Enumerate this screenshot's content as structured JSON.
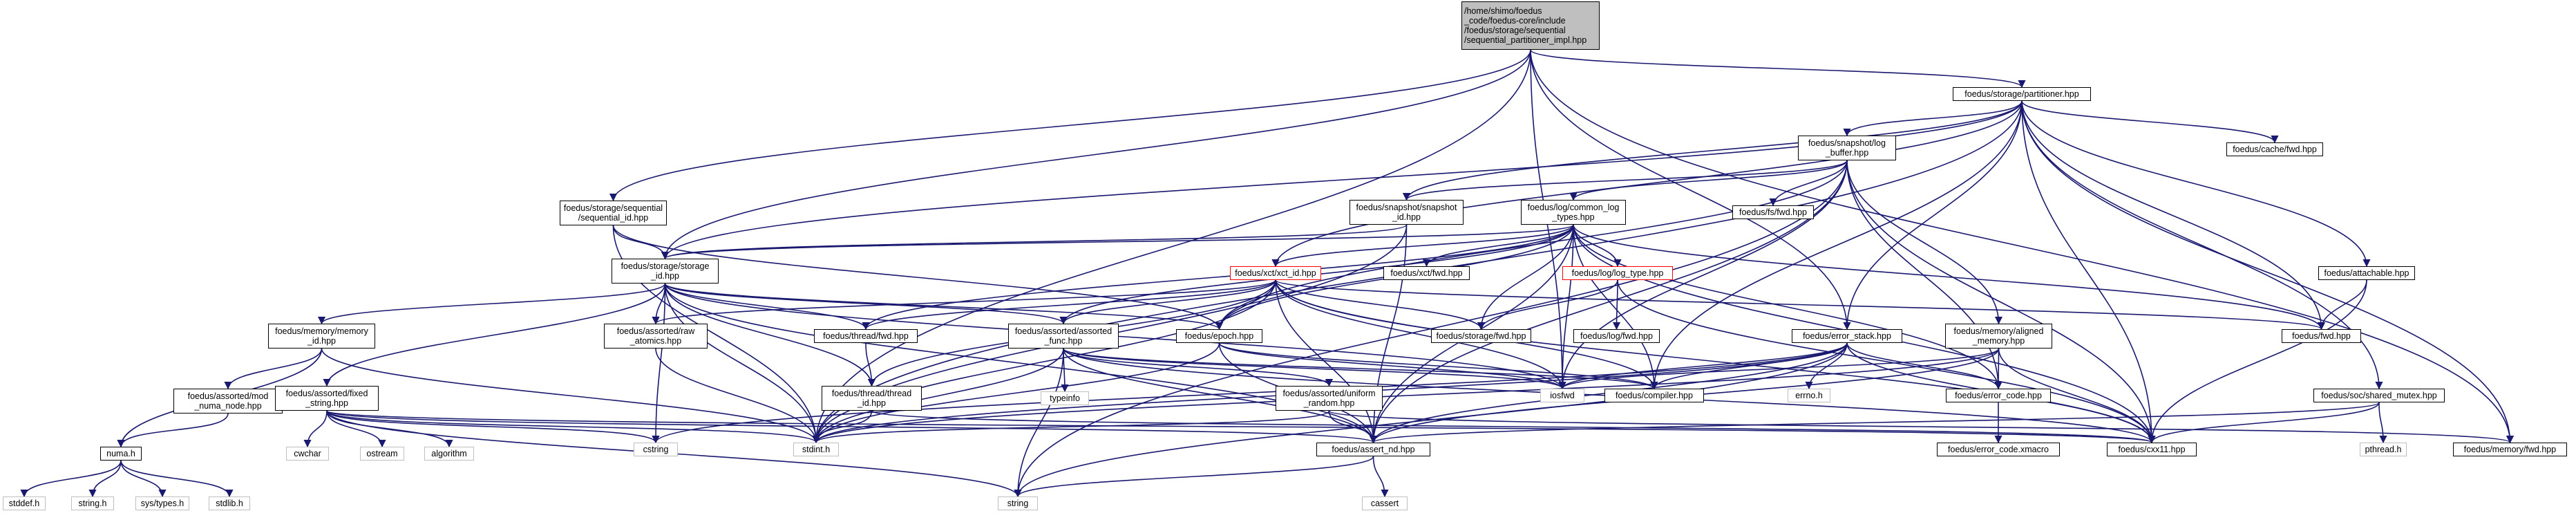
{
  "colors": {
    "edge": "#191970",
    "root_fill": "#bfbfbf",
    "system_border": "#bfbfbf",
    "highlight_border": "#ff0000",
    "node_border": "#000000"
  },
  "nodes": {
    "root": "/home/shimo/foedus\n_code/foedus-core/include\n/foedus/storage/sequential\n/sequential_partitioner_impl.hpp",
    "partitioner": "foedus/storage/partitioner.hpp",
    "seq_id": "foedus/storage/sequential\n/sequential_id.hpp",
    "storage_id": "foedus/storage/storage\n_id.hpp",
    "snap_buffer": "foedus/snapshot/log\n_buffer.hpp",
    "cache_fwd": "foedus/cache/fwd.hpp",
    "snap_id": "foedus/snapshot/snapshot\n_id.hpp",
    "common_log": "foedus/log/common_log\n_types.hpp",
    "fs_fwd": "foedus/fs/fwd.hpp",
    "xct_fwd": "foedus/xct/fwd.hpp",
    "log_type": "foedus/log/log_type.hpp",
    "xct_id": "foedus/xct/xct_id.hpp",
    "attachable": "foedus/attachable.hpp",
    "memory_id": "foedus/memory/memory\n_id.hpp",
    "raw_atomics": "foedus/assorted/raw\n_atomics.hpp",
    "thread_fwd": "foedus/thread/fwd.hpp",
    "assorted_func": "foedus/assorted/assorted\n_func.hpp",
    "epoch": "foedus/epoch.hpp",
    "storage_fwd": "foedus/storage/fwd.hpp",
    "log_fwd": "foedus/log/fwd.hpp",
    "error_stack": "foedus/error_stack.hpp",
    "aligned_memory": "foedus/memory/aligned\n_memory.hpp",
    "foedus_fwd": "foedus/fwd.hpp",
    "mod_numa": "foedus/assorted/mod\n_numa_node.hpp",
    "fixed_string": "foedus/assorted/fixed\n_string.hpp",
    "thread_id": "foedus/thread/thread\n_id.hpp",
    "typeinfo": "typeinfo",
    "uniform_random": "foedus/assorted/uniform\n_random.hpp",
    "iosfwd": "iosfwd",
    "compiler": "foedus/compiler.hpp",
    "errno": "errno.h",
    "error_code": "foedus/error_code.hpp",
    "shared_mutex": "foedus/soc/shared_mutex.hpp",
    "numa": "numa.h",
    "cwchar": "cwchar",
    "ostream": "ostream",
    "algorithm": "algorithm",
    "cstring": "cstring",
    "stdint": "stdint.h",
    "assert_nd": "foedus/assert_nd.hpp",
    "cxx11": "foedus/cxx11.hpp",
    "error_code_xmacro": "foedus/error_code.xmacro",
    "pthread": "pthread.h",
    "memory_fwd": "foedus/memory/fwd.hpp",
    "stddef": "stddef.h",
    "string_h": "string.h",
    "sys_types": "sys/types.h",
    "stdlib": "stdlib.h",
    "string": "string",
    "cassert": "cassert"
  }
}
